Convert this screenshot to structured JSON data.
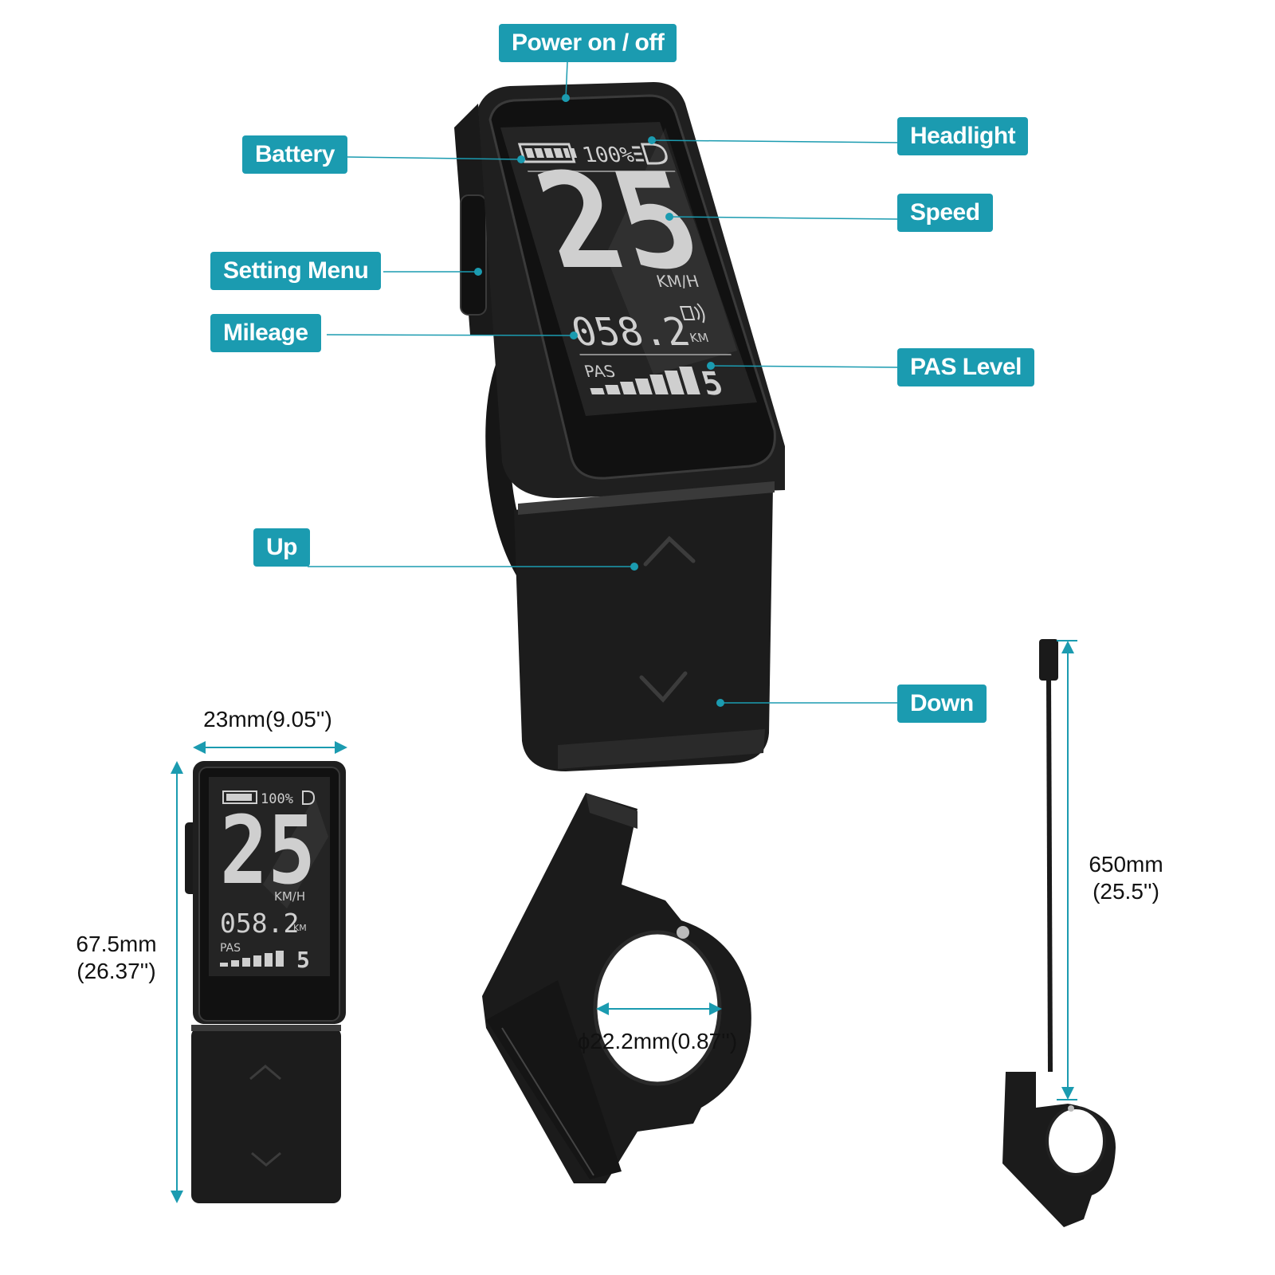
{
  "theme": {
    "accent": "#1b9bb0",
    "device_body": "#1e1e1e",
    "lcd_background": "#2a2a2a",
    "lcd_segment": "#cfcfcf"
  },
  "callouts": {
    "power": "Power on / off",
    "battery": "Battery",
    "headlight": "Headlight",
    "speed": "Speed",
    "setting_menu": "Setting Menu",
    "mileage": "Mileage",
    "pas_level": "PAS Level",
    "up": "Up",
    "down": "Down"
  },
  "lcd": {
    "battery_percent": "100%",
    "speed": "25",
    "speed_unit": "KM/H",
    "mileage": "058.2",
    "mileage_unit": "KM",
    "pas_label": "PAS",
    "pas_level": "5"
  },
  "dimensions": {
    "width_line1": "23mm(9.05'')",
    "height_line1": "67.5mm",
    "height_line2": "(26.37'')",
    "clamp_diameter": "ɸ22.2mm(0.87'')",
    "cable_line1": "650mm",
    "cable_line2": "(25.5'')"
  },
  "icons": [
    "battery-icon",
    "headlight-icon",
    "signal-icon",
    "up-arrow-icon",
    "down-arrow-icon",
    "dimension-arrow-icon"
  ]
}
